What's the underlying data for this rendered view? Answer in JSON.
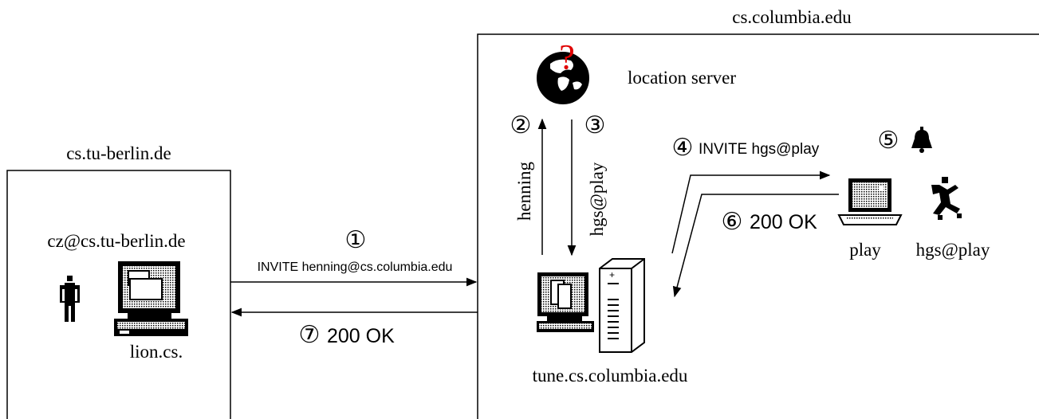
{
  "domains": {
    "left": "cs.tu-berlin.de",
    "right": "cs.columbia.edu"
  },
  "left_host": {
    "user": "cz@cs.tu-berlin.de",
    "machine": "lion.cs."
  },
  "right_host": {
    "location_server": "location server",
    "proxy": "tune.cs.columbia.edu",
    "play_machine": "play",
    "play_user": "hgs@play"
  },
  "steps": {
    "s1": {
      "num": "①",
      "label": "INVITE henning@cs.columbia.edu"
    },
    "s2": {
      "num": "②",
      "label": "henning"
    },
    "s3": {
      "num": "③",
      "label": "hgs@play"
    },
    "s4": {
      "num": "④",
      "label": "INVITE hgs@play"
    },
    "s5": {
      "num": "⑤"
    },
    "s6": {
      "num": "⑥",
      "label": "200 OK"
    },
    "s7": {
      "num": "⑦",
      "label": "200 OK"
    }
  },
  "globe_mark": "?",
  "colors": {
    "line": "#000000",
    "question_mark": "#e00000"
  },
  "icons": [
    "person-icon",
    "workstation-icon",
    "globe-icon",
    "server-tower-icon",
    "bell-icon",
    "laptop-icon",
    "running-person-icon"
  ]
}
